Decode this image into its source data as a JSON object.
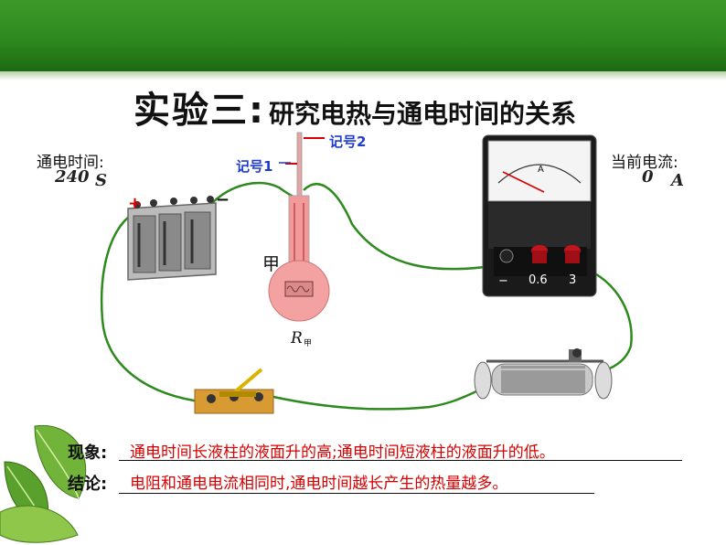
{
  "slide": {
    "title": "实验三",
    "title_colon": ":",
    "subtitle": "研究电热与通电时间的关系"
  },
  "left_readout": {
    "label": "通电时间:",
    "value": "240",
    "unit": "S"
  },
  "right_readout": {
    "label": "当前电流:",
    "value": "0",
    "unit": "A"
  },
  "thermometer": {
    "mark1": "记号1",
    "mark2": "记号2",
    "flask_label": "甲",
    "resistor_label": "R",
    "resistor_sub": "甲"
  },
  "battery": {
    "plus": "+",
    "minus": "−"
  },
  "ammeter": {
    "minus": "−",
    "range1": "0.6",
    "range2": "3",
    "unit": "A"
  },
  "conclusion": {
    "phenomenon_label": "现象:",
    "phenomenon_text": "通电时间长液柱的液面升的高;通电时间短液柱的液面升的低。",
    "conclusion_label": "结论:",
    "conclusion_text": "电阻和通电电流相同时,通电时间越长产生的热量越多。"
  },
  "colors": {
    "banner": "#2e8a1e",
    "wire": "#2e8a1e",
    "text_red": "#d80000",
    "text_blue": "#1f3bd0"
  }
}
